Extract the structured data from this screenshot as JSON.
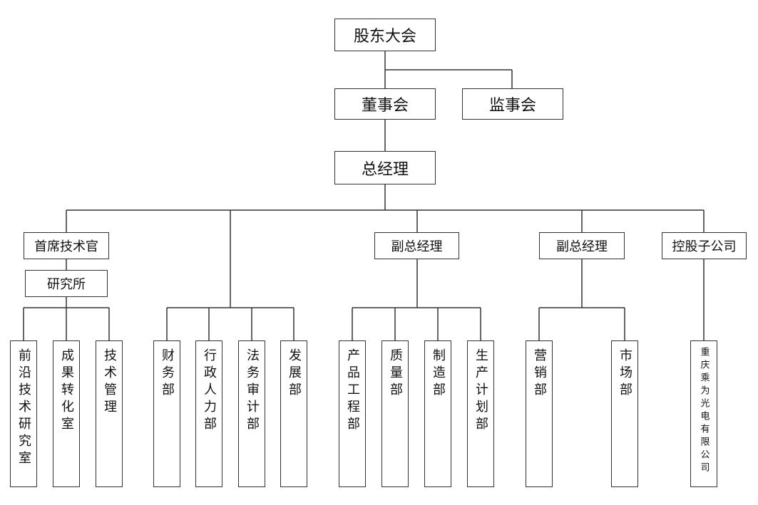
{
  "chart": {
    "shareholders": "股东大会",
    "board": "董事会",
    "supervisors": "监事会",
    "gm": "总经理",
    "cto": "首席技术官",
    "institute": "研究所",
    "vp1": "副总经理",
    "vp2": "副总经理",
    "subsidiary_head": "控股子公司",
    "dept": {
      "frontier": "前沿技术研究室",
      "transfer": "成果转化室",
      "techmgmt": "技术管理",
      "finance": "财务部",
      "admin": "行政人力部",
      "legal": "法务审计部",
      "dev": "发展部",
      "product": "产品工程部",
      "quality": "质量部",
      "manufacture": "制造部",
      "planning": "生产计划部",
      "marketing": "营销部",
      "market": "市场部",
      "subsidiary": "重庆乘为光电有限公司"
    }
  }
}
